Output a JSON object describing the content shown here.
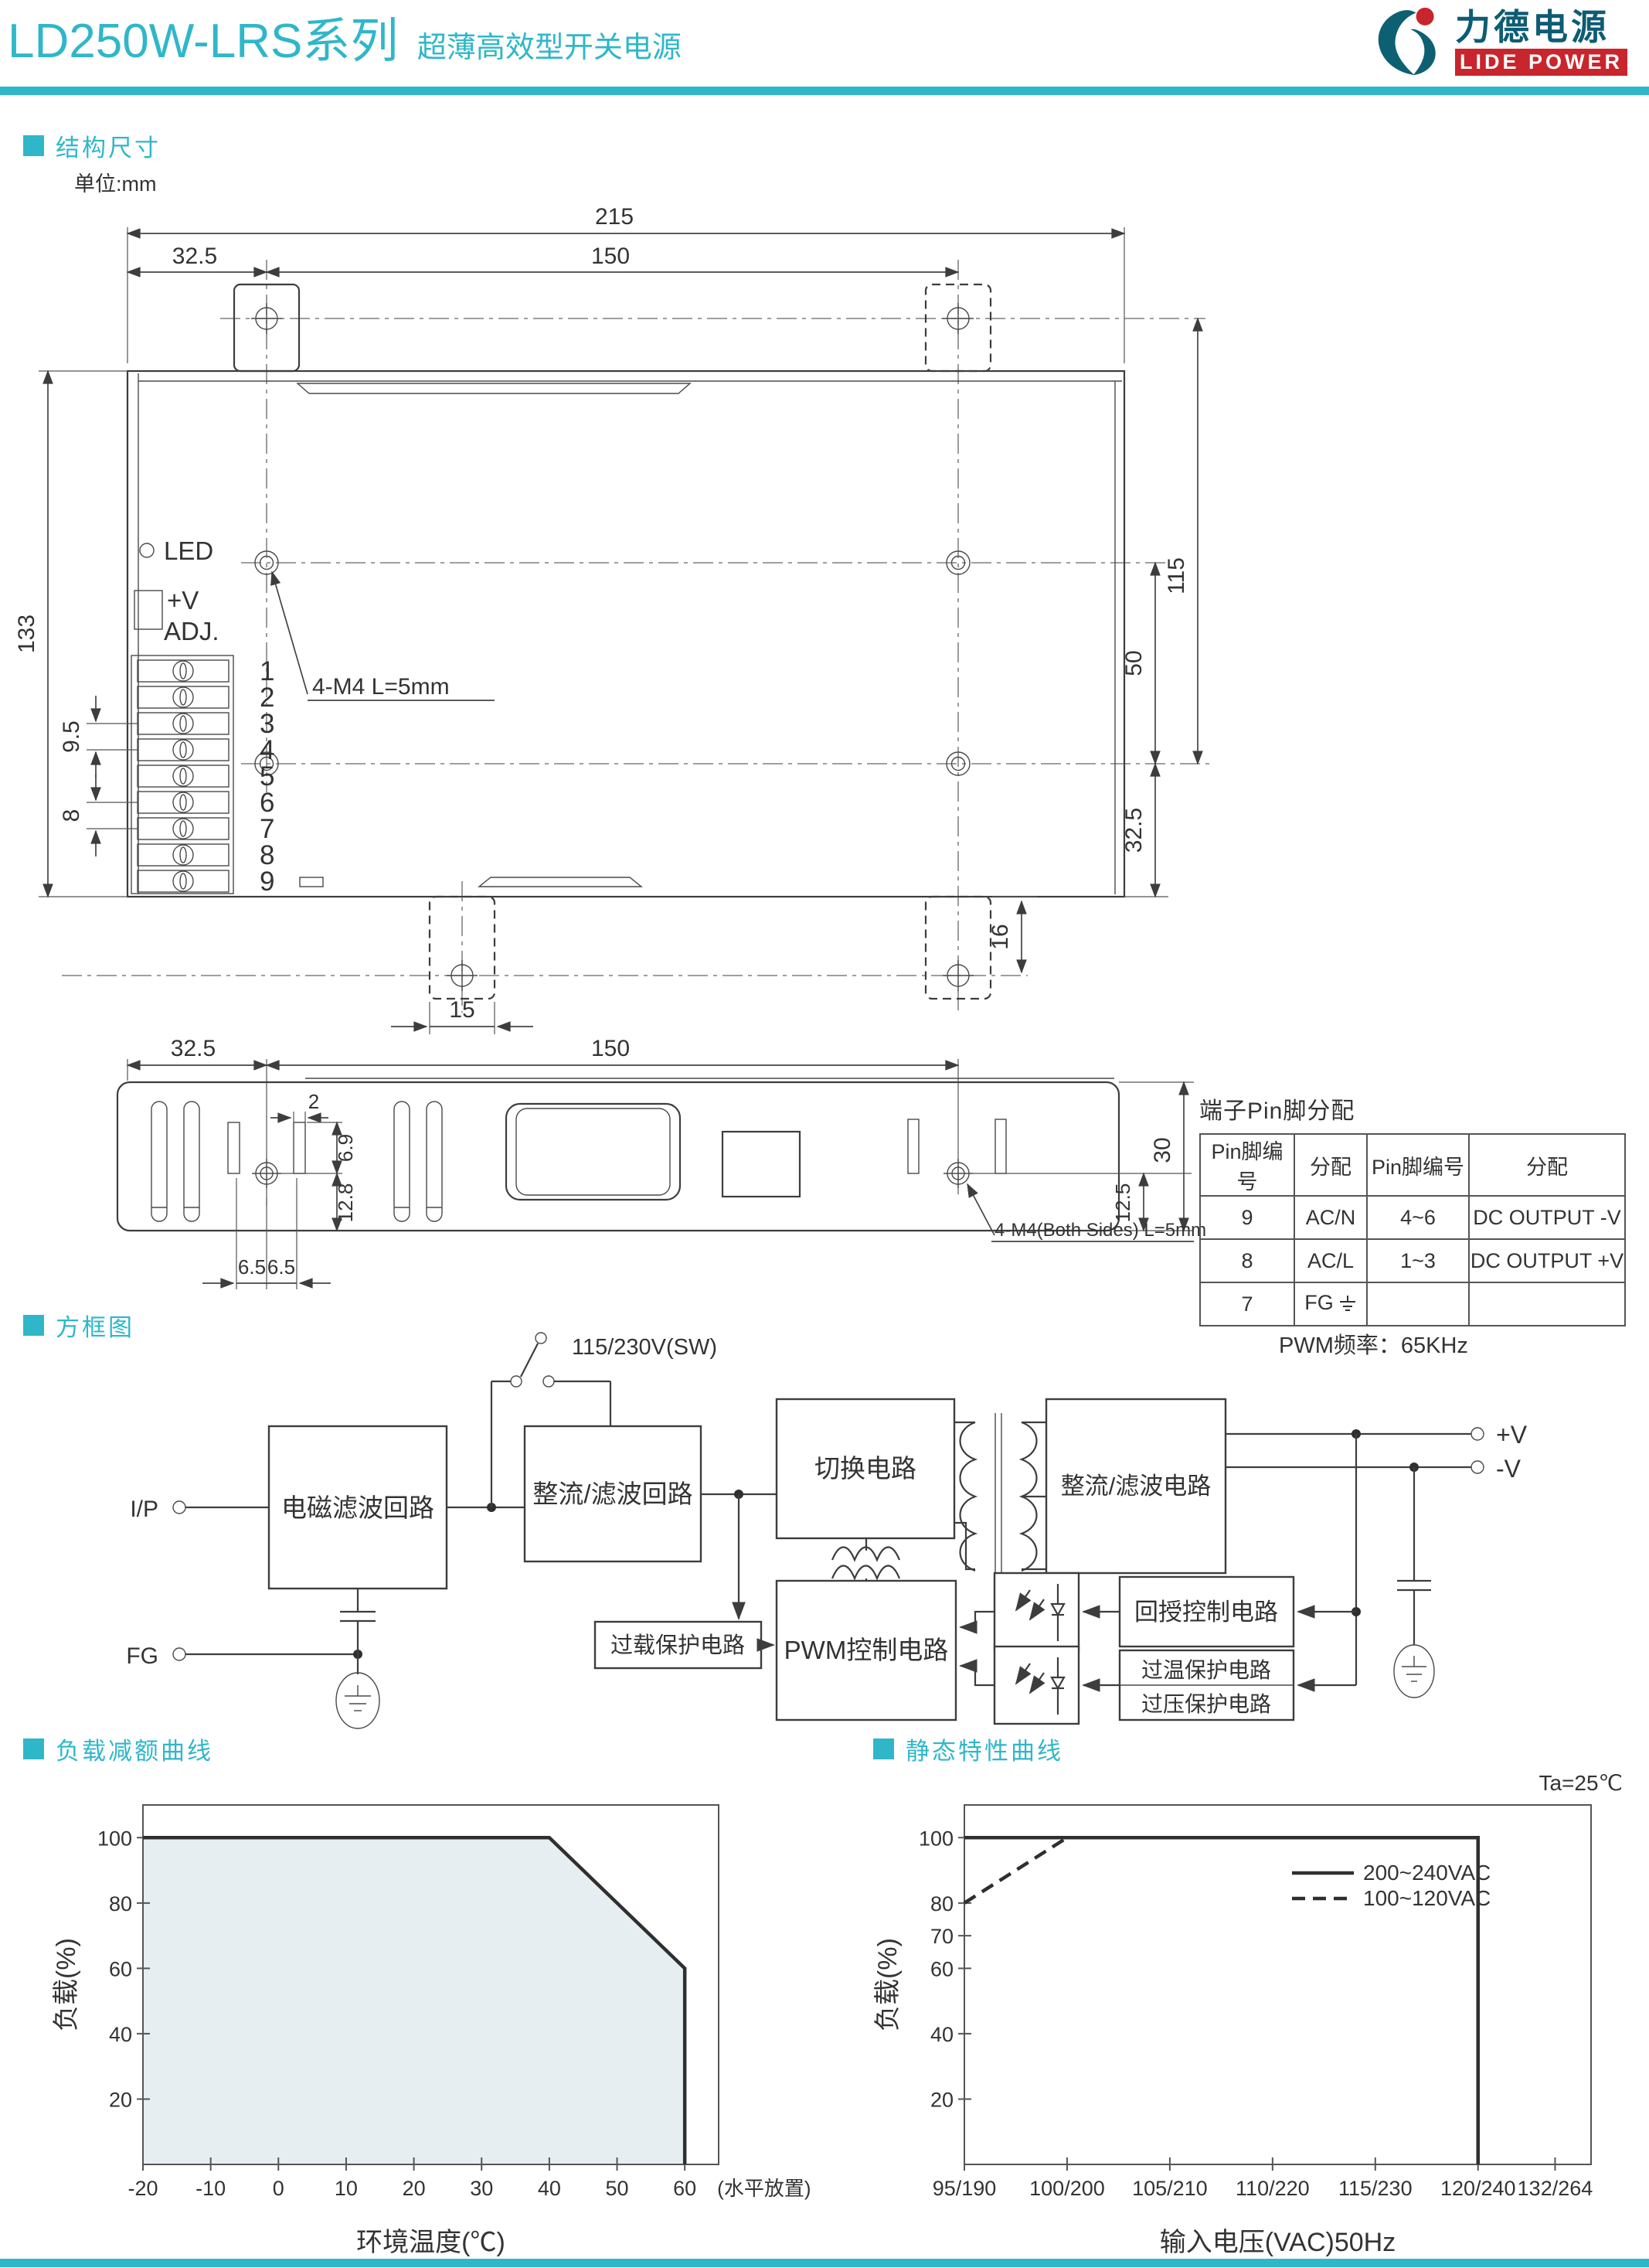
{
  "header": {
    "title": "LD250W-LRS系列",
    "subtitle": "超薄高效型开关电源",
    "logo_name": "力德电源",
    "logo_tagline": "LIDE POWER"
  },
  "colors": {
    "accent": "#2fb7c9",
    "logo_red": "#c9252c",
    "logo_teal": "#0d5c74",
    "area_fill": "#e7eef1"
  },
  "sections": {
    "structure": "结构尺寸",
    "unit": "单位:mm",
    "block_diagram": "方框图",
    "derating": "负载减额曲线",
    "static_curve": "静态特性曲线"
  },
  "top_view": {
    "dim_215": "215",
    "dim_32_5": "32.5",
    "dim_150": "150",
    "dim_133": "133",
    "dim_9_5": "9.5",
    "dim_8": "8",
    "dim_50": "50",
    "dim_115": "115",
    "dim_32_5_right": "32.5",
    "dim_16": "16",
    "dim_15": "15",
    "led": "LED",
    "plus_v": "+V",
    "adj": "ADJ.",
    "m4_note": "4-M4 L=5mm",
    "terminals": [
      "1",
      "2",
      "3",
      "4",
      "5",
      "6",
      "7",
      "8",
      "9"
    ]
  },
  "side_view": {
    "dim_32_5": "32.5",
    "dim_150": "150",
    "dim_2": "2",
    "dim_6_9": "6.9",
    "dim_12_8": "12.8",
    "dim_6_5a": "6.5",
    "dim_6_5b": "6.5",
    "dim_30": "30",
    "dim_12_5": "12.5",
    "m4_note": "4-M4(Both Sides) L=5mm"
  },
  "pin_table": {
    "title": "端子Pin脚分配",
    "headers": [
      "Pin脚编号",
      "分配",
      "Pin脚编号",
      "分配"
    ],
    "rows": [
      {
        "pin": "9",
        "assign": "AC/N",
        "pin2": "4~6",
        "assign2": "DC OUTPUT -V"
      },
      {
        "pin": "8",
        "assign": "AC/L",
        "pin2": "1~3",
        "assign2": "DC OUTPUT +V"
      },
      {
        "pin": "7",
        "assign": "FG",
        "pin2": "",
        "assign2": ""
      }
    ]
  },
  "block_diagram": {
    "pwm_note": "PWM频率：65KHz",
    "input": "I/P",
    "fg": "FG",
    "switch_label": "115/230V(SW)",
    "out_pos": "+V",
    "out_neg": "-V",
    "blocks": {
      "emi": "电磁滤波回路",
      "rectifier1": "整流/滤波回路",
      "switching": "切换电路",
      "rectifier2": "整流/滤波电路",
      "overload": "过载保护电路",
      "pwm": "PWM控制电路",
      "feedback": "回授控制电路",
      "overtemp": "过温保护电路",
      "overvolt": "过压保护电路"
    }
  },
  "chart_data": [
    {
      "type": "area",
      "title": "负载减额曲线",
      "xlabel": "环境温度(℃)",
      "ylabel": "负载(%)",
      "x_ticks": [
        -20,
        -10,
        0,
        10,
        20,
        30,
        40,
        50,
        60
      ],
      "y_ticks": [
        20,
        40,
        60,
        80,
        100
      ],
      "xlim": [
        -20,
        65
      ],
      "ylim": [
        0,
        110
      ],
      "x_note": "(水平放置)",
      "grid": false,
      "series": [
        {
          "name": "derating-limit",
          "style": "solid",
          "fill": true,
          "points": [
            [
              -20,
              100
            ],
            [
              40,
              100
            ],
            [
              60,
              60
            ],
            [
              60,
              0
            ]
          ]
        }
      ]
    },
    {
      "type": "line",
      "title": "静态特性曲线",
      "corner_note": "Ta=25℃",
      "xlabel": "输入电压(VAC)50Hz",
      "ylabel": "负载(%)",
      "x_tick_labels": [
        "95/190",
        "100/200",
        "105/210",
        "110/220",
        "115/230",
        "120/240",
        "132/264"
      ],
      "x_tick_pos": [
        0,
        1,
        2,
        3,
        4,
        5,
        5.75
      ],
      "y_ticks": [
        20,
        40,
        60,
        70,
        80,
        100
      ],
      "xlim": [
        0,
        6.1
      ],
      "ylim": [
        0,
        110
      ],
      "grid": false,
      "legend": [
        {
          "label": "200~240VAC",
          "style": "solid"
        },
        {
          "label": "100~120VAC",
          "style": "dashed"
        }
      ],
      "series": [
        {
          "name": "200-240VAC",
          "style": "solid",
          "points": [
            [
              0,
              100
            ],
            [
              5,
              100
            ],
            [
              5,
              0
            ]
          ]
        },
        {
          "name": "100-120VAC",
          "style": "dashed",
          "points": [
            [
              0,
              80
            ],
            [
              1,
              100
            ]
          ]
        }
      ]
    }
  ]
}
